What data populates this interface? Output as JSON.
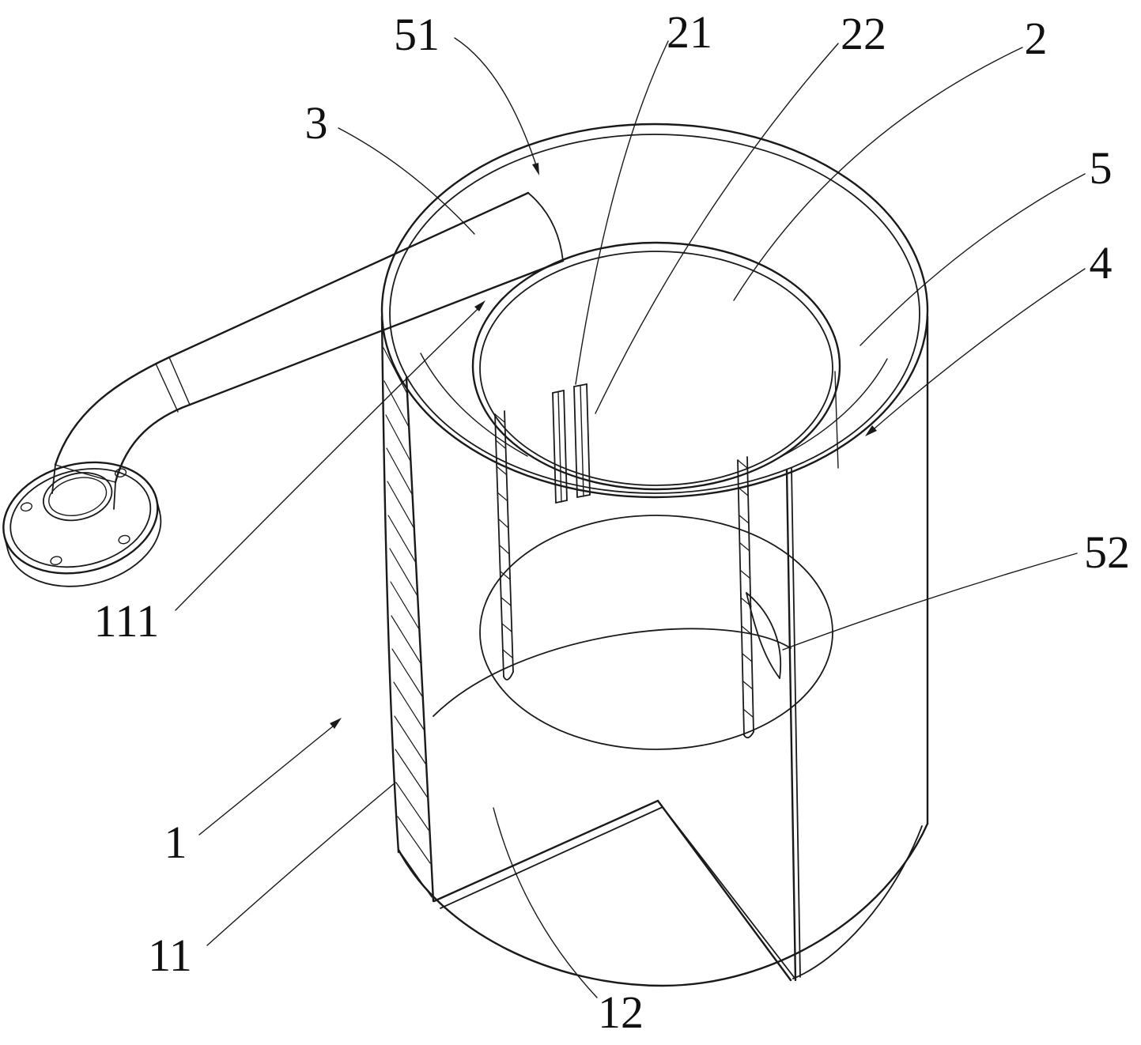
{
  "diagram": {
    "type": "patent-line-drawing",
    "description_kind": "cutaway isometric view of cylindrical vessel with inlet pipe and flange",
    "colors": {
      "line": "#1a1a1a",
      "background": "#ffffff"
    },
    "labels": {
      "l51": "51",
      "l21": "21",
      "l22": "22",
      "l2": "2",
      "l3": "3",
      "l5": "5",
      "l4": "4",
      "l52": "52",
      "l111": "111",
      "l1": "1",
      "l11": "11",
      "l12": "12"
    },
    "reference_numbers": [
      "1",
      "2",
      "3",
      "4",
      "5",
      "11",
      "12",
      "21",
      "22",
      "51",
      "52",
      "111"
    ]
  }
}
